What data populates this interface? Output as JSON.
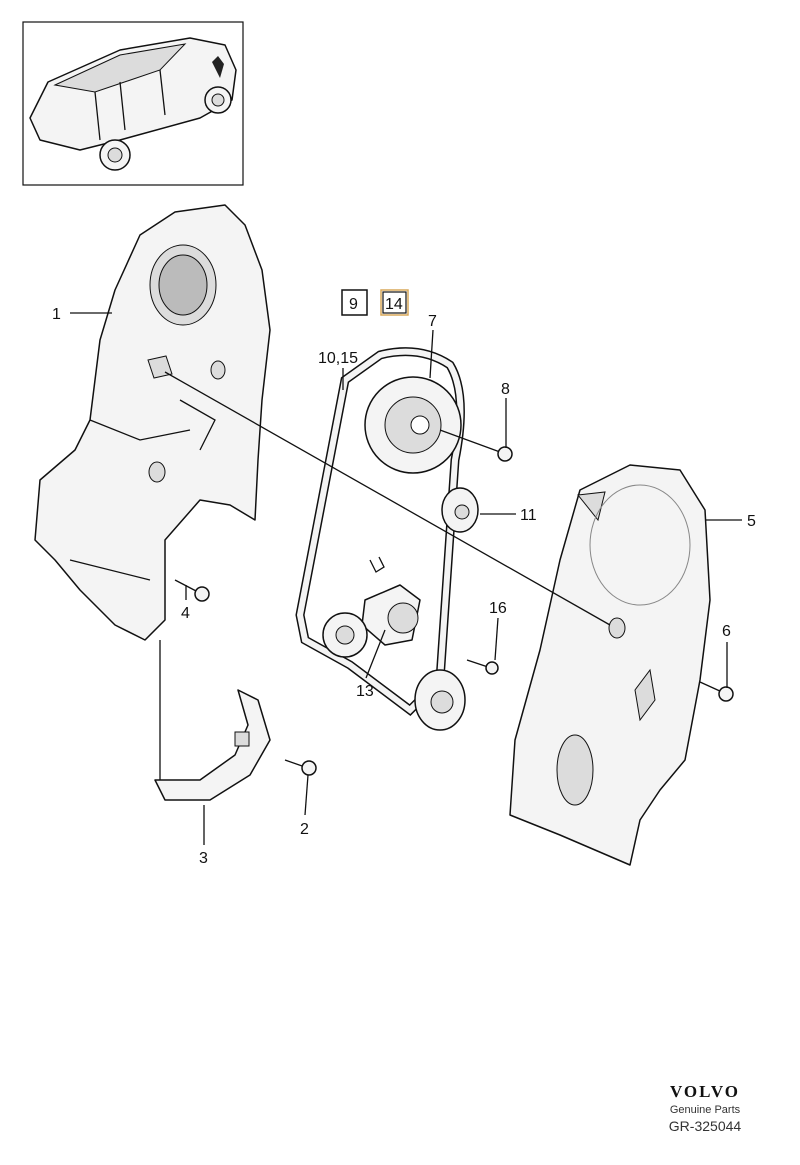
{
  "diagram": {
    "callouts": [
      "1",
      "10,15",
      "7",
      "8",
      "11",
      "5",
      "16",
      "6",
      "4",
      "13",
      "2",
      "3"
    ],
    "boxed_refs": [
      {
        "label": "9",
        "highlighted": false
      },
      {
        "label": "14",
        "highlighted": true,
        "color": "#d9a85a"
      }
    ]
  },
  "brand": {
    "logo": "VOLVO",
    "tagline": "Genuine Parts",
    "reference": "GR-325044"
  }
}
